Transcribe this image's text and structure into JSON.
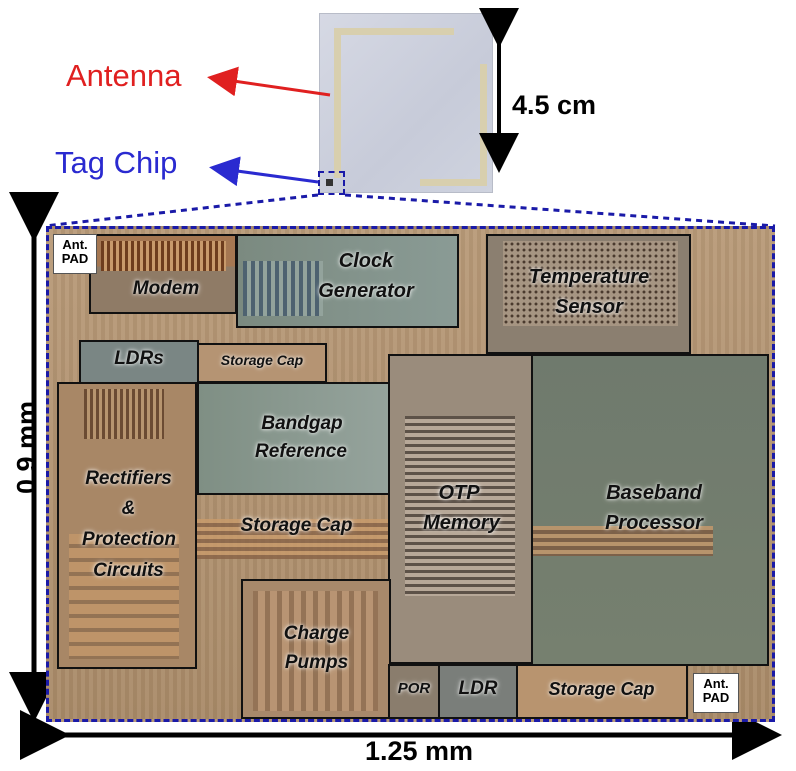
{
  "labels": {
    "antenna": "Antenna",
    "tag_chip": "Tag Chip",
    "height_tag": "4.5 cm",
    "chip_height": "0.9 mm",
    "chip_width": "1.25 mm"
  },
  "pads": {
    "top_left": [
      "Ant.",
      "PAD"
    ],
    "bottom_right": [
      "Ant.",
      "PAD"
    ]
  },
  "blocks": {
    "modem": "Modem",
    "clock": [
      "Clock",
      "Generator"
    ],
    "temp": [
      "Temperature",
      "Sensor"
    ],
    "ldrs": "LDRs",
    "storage_cap_top": "Storage Cap",
    "bandgap": [
      "Bandgap",
      "Reference"
    ],
    "rectifiers": [
      "Rectifiers",
      "&",
      "Protection",
      "Circuits"
    ],
    "storage_cap_mid": "Storage Cap",
    "otp": [
      "OTP",
      "Memory"
    ],
    "baseband": [
      "Baseband",
      "Processor"
    ],
    "charge": [
      "Charge",
      "Pumps"
    ],
    "por": "POR",
    "ldr": "LDR",
    "storage_cap_bottom": "Storage Cap"
  },
  "colors": {
    "antenna_label": "#e02020",
    "tag_chip_label": "#2a2ad0",
    "dashed_outline": "#1a1aa8"
  }
}
